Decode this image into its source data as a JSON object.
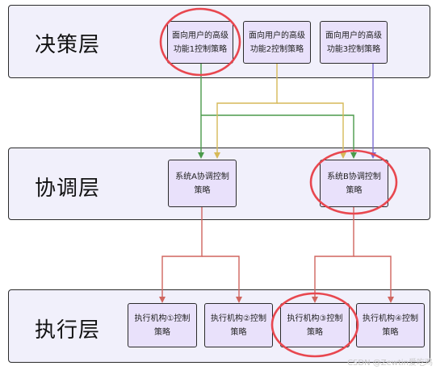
{
  "layers": {
    "decision": {
      "label": "决策层"
    },
    "coordination": {
      "label": "协调层"
    },
    "execution": {
      "label": "执行层"
    }
  },
  "decision_boxes": [
    {
      "label": "面向用户的高级功能1控制策略"
    },
    {
      "label": "面向用户的高级功能2控制策略"
    },
    {
      "label": "面向用户的高级功能3控制策略"
    }
  ],
  "coordination_boxes": [
    {
      "label": "系统A协调控制策略"
    },
    {
      "label": "系统B协调控制策略"
    }
  ],
  "execution_boxes": [
    {
      "label": "执行机构①控制策略"
    },
    {
      "label": "执行机构②控制策略"
    },
    {
      "label": "执行机构③控制策略"
    },
    {
      "label": "执行机构④控制策略"
    }
  ],
  "watermark": "CSDN @Zewtin爱吃鸡",
  "colors": {
    "green": "#4a9a4a",
    "yellow": "#d6b958",
    "purple": "#7b6bd3",
    "red": "#d0655f",
    "highlight": "#e8474f",
    "layer_bg": "#f1f0fb",
    "box_bg": "#e9e1fb"
  }
}
